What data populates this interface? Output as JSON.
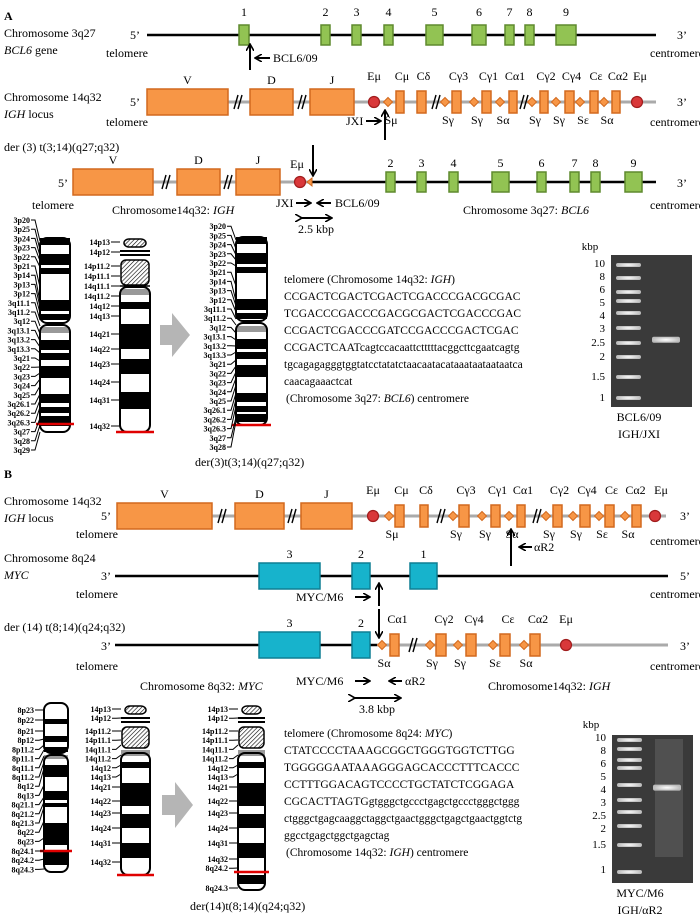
{
  "colors": {
    "igh_segment": "#f79646",
    "bcl6_exon": "#92c353",
    "myc_exon": "#17b3cc",
    "enhancer": "#d9383a",
    "breakpoint_line": "#e00000",
    "gel_background": "#3a3a3a"
  },
  "a": {
    "label": "A",
    "bcl6": {
      "title": "Chromosome 3q27",
      "gene": "BCL6",
      "gene_suffix": " gene",
      "five": "5’",
      "three": "3’",
      "telomere": "telomere",
      "centromere": "centromere",
      "exons": [
        "1",
        "2",
        "3",
        "4",
        "5",
        "6",
        "7",
        "8",
        "9"
      ],
      "primer": "BCL6/09"
    },
    "igh": {
      "title": "Chromosome 14q32",
      "gene": "IGH",
      "gene_suffix": " locus",
      "five": "5’",
      "three": "3’",
      "telomere": "telomere",
      "centromere": "centromere",
      "segments": [
        "V",
        "D",
        "J"
      ],
      "top_labels": [
        "Eμ",
        "Cμ",
        "Cδ",
        "Cγ3",
        "Cγ1",
        "Cα1",
        "Cγ2",
        "Cγ4",
        "Cε",
        "Cα2",
        "Eμ"
      ],
      "switch_labels": [
        "Sμ",
        "Sγ",
        "Sγ",
        "Sα",
        "Sγ",
        "Sγ",
        "Sε",
        "Sα"
      ],
      "primer": "JXI"
    },
    "der": {
      "title": "der (3) t(3;14)(q27;q32)",
      "segments": [
        "V",
        "D",
        "J"
      ],
      "emu": "Eμ",
      "exons": [
        "2",
        "3",
        "4",
        "5",
        "6",
        "7",
        "8",
        "9"
      ],
      "five": "5’",
      "three": "3’",
      "telomere": "telomere",
      "centromere": "centromere",
      "primer_left": "JXI",
      "primer_right": "BCL6/09",
      "distance": "2.5 kbp",
      "igh_caption": "Chromosome14q32: ",
      "igh_gene": "IGH",
      "bcl6_caption": "Chromosome 3q27: ",
      "bcl6_gene": "BCL6"
    },
    "ideograms": {
      "chr3": [
        "3p20",
        "3p25",
        "3p24",
        "3p23",
        "3p22",
        "3p21",
        "3p14",
        "3p13",
        "3p12",
        "3q11.1",
        "3q11.2",
        "3q12",
        "3q13.1",
        "3q13.2",
        "3q13.3",
        "3q21",
        "3q22",
        "3q23",
        "3q24",
        "3q25",
        "3q26.1",
        "3q26.2",
        "3q26.3",
        "3q27",
        "3q28",
        "3q29"
      ],
      "chr14": [
        "14p13",
        "14p12",
        "14p11.2",
        "14p11.1",
        "14q11.1",
        "14q11.2",
        "14q12",
        "14q13",
        "14q21",
        "14q22",
        "14q23",
        "14q24",
        "14q31",
        "14q32"
      ],
      "der3": [
        "3p20",
        "3p25",
        "3p24",
        "3p23",
        "3p22",
        "3p21",
        "3p14",
        "3p13",
        "3p12",
        "3q11.1",
        "3q11.2",
        "3q12",
        "3q13.1",
        "3q13.2",
        "3q13.3",
        "3q21",
        "3q22",
        "3q23",
        "3q24",
        "3q25",
        "3q26.1",
        "3q26.2",
        "3q26.3",
        "3q27",
        "3q28"
      ],
      "der_caption": "der(3)t(3;14)(q27;q32)"
    },
    "sequence": {
      "header_prefix": "telomere (Chromosome 14q32: ",
      "header_gene": "IGH",
      "header_suffix": ")",
      "lines": [
        "CCGACTCGACTCGACTCGACCCGACGCGAC",
        "TCGACCCGACCCGACGCGACTCGACCCGAC",
        "CCGACTCGACCCGATCCGACCCGACTCGAC",
        "CCGACTCAATcagtccacaattctttttacggcttcgaatcagtg",
        "tgcagagagggtggtatcctatatctaacaatacataaataataataatca",
        "caacagaaactcat"
      ],
      "footer_prefix": "(Chromosome 3q27: ",
      "footer_gene": "BCL6",
      "footer_suffix": ") centromere"
    },
    "gel": {
      "unit": "kbp",
      "ladder": [
        "10",
        "8",
        "6",
        "5",
        "4",
        "3",
        "2.5",
        "2",
        "1.5",
        "1"
      ],
      "sample_band_kbp": 2.6,
      "lane_labels": [
        "BCL6/09",
        "IGH/JXI"
      ]
    }
  },
  "b": {
    "label": "B",
    "igh": {
      "title": "Chromosome 14q32",
      "gene": "IGH",
      "gene_suffix": " locus",
      "five": "5’",
      "three": "3’",
      "telomere": "telomere",
      "centromere": "centromere",
      "segments": [
        "V",
        "D",
        "J"
      ],
      "top_labels": [
        "Eμ",
        "Cμ",
        "Cδ",
        "Cγ3",
        "Cγ1",
        "Cα1",
        "Cγ2",
        "Cγ4",
        "Cε",
        "Cα2",
        "Eμ"
      ],
      "switch_labels": [
        "Sμ",
        "Sγ",
        "Sγ",
        "Sα",
        "Sγ",
        "Sγ",
        "Sε",
        "Sα"
      ],
      "primer": "αR2"
    },
    "myc": {
      "title": "Chromosome 8q24",
      "gene": "MYC",
      "three": "3’",
      "five": "5’",
      "telomere": "telomere",
      "centromere": "centromere",
      "exons": [
        "3",
        "2",
        "1"
      ],
      "primer": "MYC/M6"
    },
    "der": {
      "title": "der (14) t(8;14)(q24;q32)",
      "exons": [
        "3",
        "2"
      ],
      "top_labels": [
        "Cα1",
        "Cγ2",
        "Cγ4",
        "Cε",
        "Cα2",
        "Eμ"
      ],
      "switch_labels": [
        "Sα",
        "Sγ",
        "Sγ",
        "Sε",
        "Sα"
      ],
      "three_left": "3’",
      "three_right": "3’",
      "telomere": "telomere",
      "centromere": "centromere",
      "primer_left": "MYC/M6",
      "primer_right": "αR2",
      "distance": "3.8 kbp",
      "myc_caption": "Chromosome 8q32: ",
      "myc_gene": "MYC",
      "igh_caption": "Chromosome14q32: ",
      "igh_gene": "IGH"
    },
    "ideograms": {
      "chr8": [
        "8p23",
        "8p22",
        "8p21",
        "8p12",
        "8p11.2",
        "8p11.1",
        "8q11.1",
        "8q11.2",
        "8q12",
        "8q13",
        "8q21.1",
        "8q21.2",
        "8q21.3",
        "8q22",
        "8q23",
        "8q24.1",
        "8q24.2",
        "8q24.3"
      ],
      "chr14": [
        "14p13",
        "14p12",
        "14p11.2",
        "14p11.1",
        "14q11.1",
        "14q11.2",
        "14q12",
        "14q13",
        "14q21",
        "14q22",
        "14q23",
        "14q24",
        "14q31",
        "14q32"
      ],
      "der14": [
        "14p13",
        "14p12",
        "14p11.2",
        "14p11.1",
        "14q11.1",
        "14q11.2",
        "14q12",
        "14q13",
        "14q21",
        "14q22",
        "14q23",
        "14q24",
        "14q31",
        "14q32",
        "8q24.2",
        "8q24.3"
      ],
      "der_caption": "der(14)t(8;14)(q24;q32)"
    },
    "sequence": {
      "header_prefix": "telomere (Chromosome 8q24: ",
      "header_gene": "MYC",
      "header_suffix": ")",
      "lines": [
        "CTATCCCCTAAAGCGGCTGGGTGGTCTTGG",
        "TGGGGGAATAAAGGGAGCACCCTTTCACCC",
        "CCTTTGGACAGTCCCCTGCTATCTCGGAGA",
        "CGCACTTAGTGgtgggctgccctgagctgccctgggctggg",
        "ctgggctgagcaaggctaggctgaactgggctgagctgaactggtctg",
        "ggcctgagctggctgagctag"
      ],
      "footer_prefix": "(Chromosome 14q32: ",
      "footer_gene": "IGH",
      "footer_suffix": ") centromere"
    },
    "gel": {
      "unit": "kbp",
      "ladder": [
        "10",
        "8",
        "6",
        "5",
        "4",
        "3",
        "2.5",
        "2",
        "1.5",
        "1"
      ],
      "sample_band_kbp": 3.8,
      "lane_labels": [
        "MYC/M6",
        "IGH/αR2"
      ]
    }
  }
}
